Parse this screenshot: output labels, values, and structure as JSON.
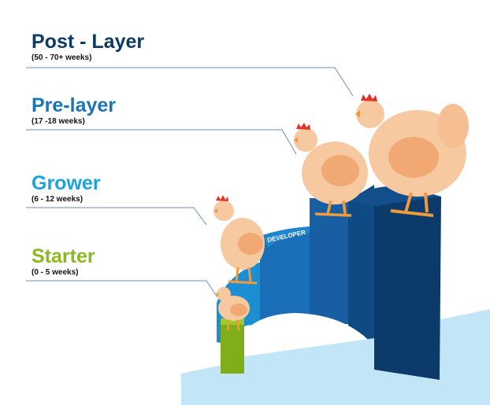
{
  "stages": [
    {
      "title": "Post - Layer",
      "range": "(50 - 70+ weeks)",
      "color": "#0d3a63"
    },
    {
      "title": "Pre-layer",
      "range": "(17 -18 weeks)",
      "color": "#1a75b8"
    },
    {
      "title": "Grower",
      "range": "(6 - 12 weeks)",
      "color": "#1ba3dd"
    },
    {
      "title": "Starter",
      "range": "(0 - 5 weeks)",
      "color": "#8cba1e"
    }
  ],
  "pillar_labels": {
    "developer": "DEVELOPER"
  }
}
